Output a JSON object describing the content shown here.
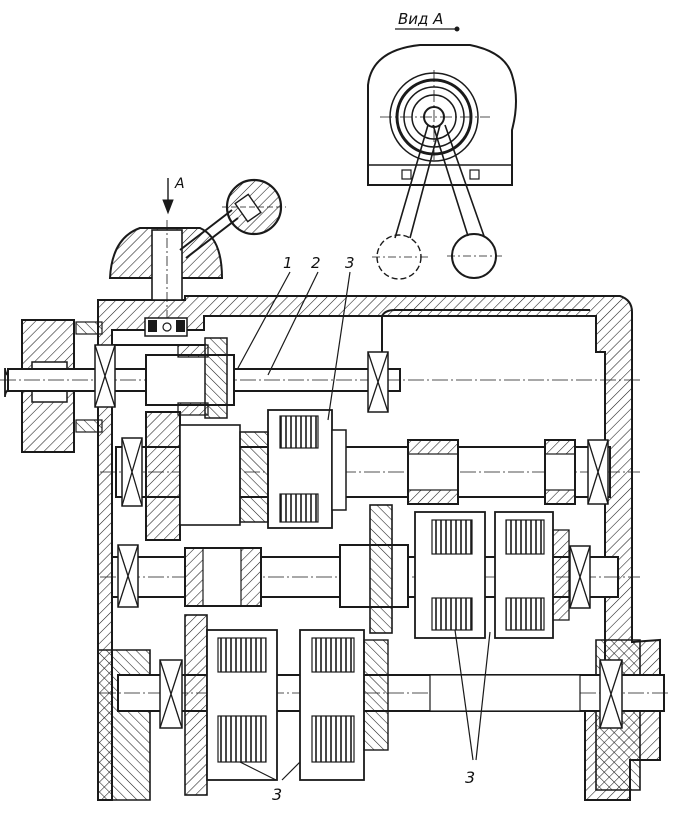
{
  "view": {
    "title": "Вид А",
    "direction_letter": "А"
  },
  "callouts": [
    {
      "label": "1"
    },
    {
      "label": "2"
    },
    {
      "label": "3"
    },
    {
      "label": "3"
    },
    {
      "label": "3"
    }
  ],
  "colors": {
    "ink": "#1a1a1a",
    "paper": "#ffffff"
  }
}
